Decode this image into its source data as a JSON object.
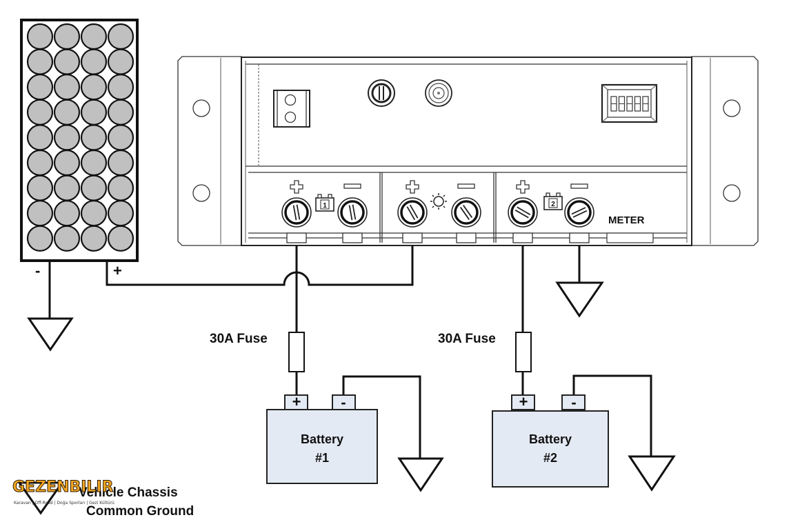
{
  "diagram": {
    "title": "Dual Battery Solar Charge Controller Wiring",
    "solar_panel": {
      "rows": 9,
      "cols": 4,
      "negative_label": "-",
      "positive_label": "+",
      "cell_color": "#c0c0c0"
    },
    "controller": {
      "terminal_groups": [
        {
          "id": "battery-1",
          "plus": "+",
          "minus": "—",
          "icon_label": "1"
        },
        {
          "id": "solar",
          "plus": "+",
          "minus": "—",
          "icon_label": "☼"
        },
        {
          "id": "battery-2",
          "plus": "+",
          "minus": "—",
          "icon_label": "2"
        }
      ],
      "meter_label": "METER",
      "display_digits": 5
    },
    "fuses": [
      {
        "label": "30A Fuse"
      },
      {
        "label": "30A Fuse"
      }
    ],
    "batteries": [
      {
        "line1": "Battery",
        "line2": "#1",
        "plus": "+",
        "minus": "-",
        "fill": "#e4eaf4"
      },
      {
        "line1": "Battery",
        "line2": "#2",
        "plus": "+",
        "minus": "-",
        "fill": "#e4eaf4"
      }
    ],
    "legend": {
      "line1": "Vehicle Chassis",
      "line2": "Common Ground"
    },
    "watermark": {
      "brand": "GEZENBILIR",
      "tagline": "Karavan | Off-Road | Doğa Sporları | Gezi Kültürü",
      "color": "#f5a623"
    }
  }
}
